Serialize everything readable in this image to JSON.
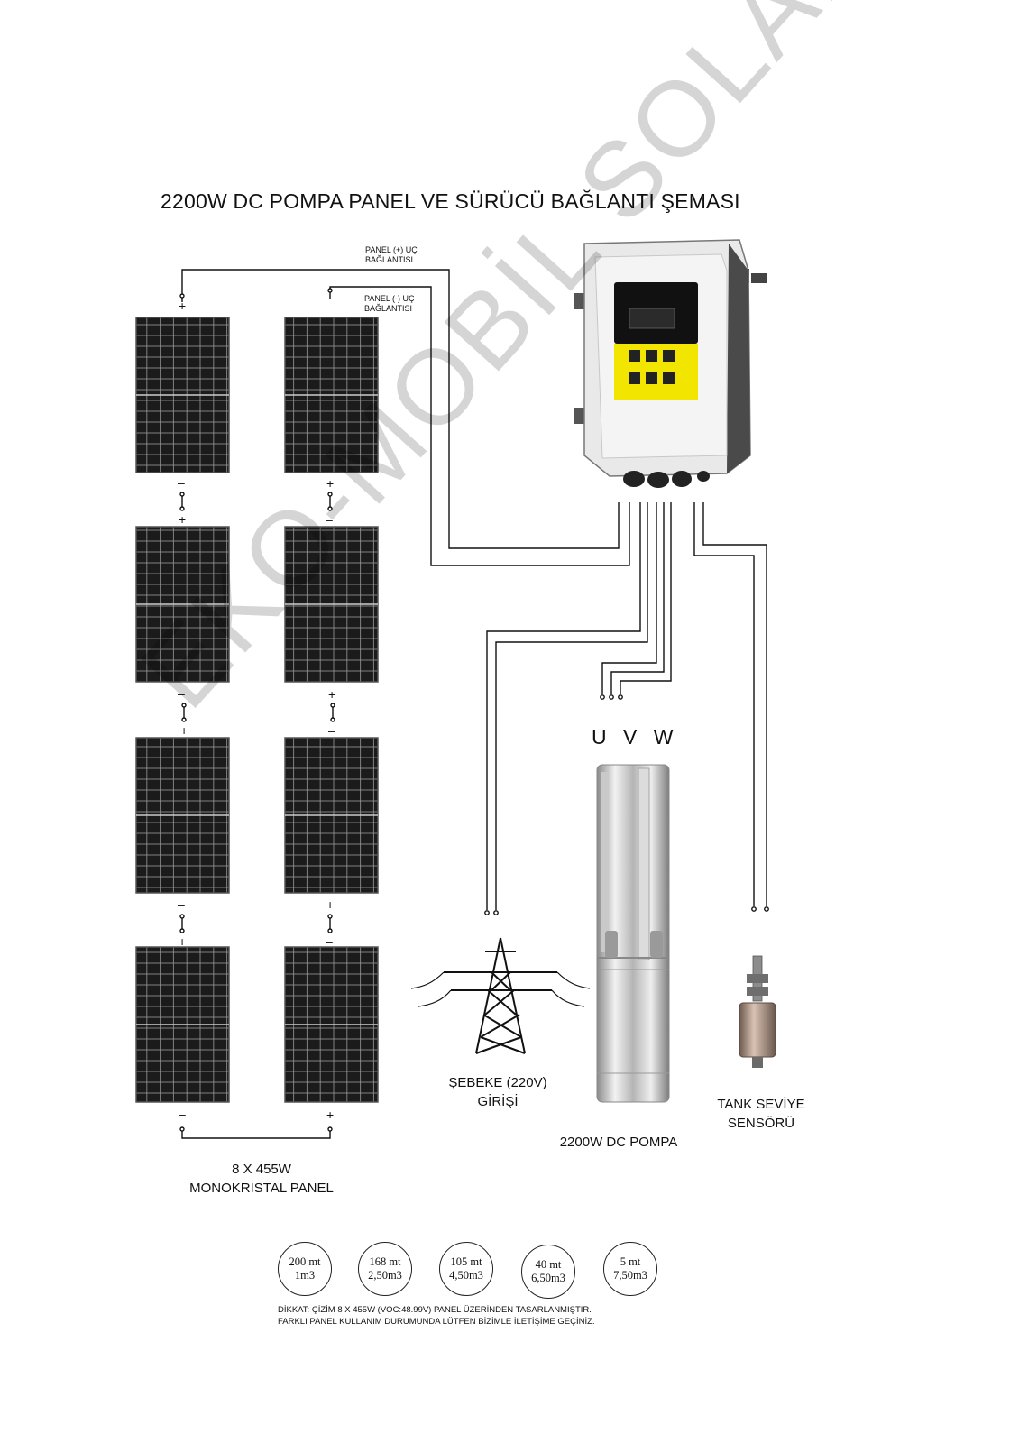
{
  "title": "2200W DC POMPA PANEL VE SÜRÜCÜ BAĞLANTI ŞEMASI",
  "labels": {
    "panel_plus_1": "PANEL (+) UÇ",
    "panel_plus_2": "BAĞLANTISI",
    "panel_minus_1": "PANEL (-) UÇ",
    "panel_minus_2": "BAĞLANTISI",
    "uvw": "U V W",
    "grid_1": "ŞEBEKE (220V)",
    "grid_2": "GİRİŞİ",
    "pump": "2200W DC POMPA",
    "sensor_1": "TANK SEVİYE",
    "sensor_2": "SENSÖRÜ",
    "panels_1": "8 X 455W",
    "panels_2": "MONOKRİSTAL PANEL"
  },
  "specs": [
    {
      "distance": "200 mt",
      "flow": "1m3"
    },
    {
      "distance": "168 mt",
      "flow": "2,50m3"
    },
    {
      "distance": "105 mt",
      "flow": "4,50m3"
    },
    {
      "distance": "40 mt",
      "flow": "6,50m3"
    },
    {
      "distance": "5 mt",
      "flow": "7,50m3"
    }
  ],
  "note": {
    "line1": "DİKKAT: ÇİZİM 8 X 455W (VOC:48.99V) PANEL ÜZERİNDEN  TASARLANMIŞTIR.",
    "line2": "FARKLI PANEL KULLANIM DURUMUNDA LÜTFEN BİZİMLE İLETİŞİME GEÇİNİZ."
  },
  "watermark": "EKO-MOBİL SOLAR",
  "colors": {
    "panel": "#1a1a1a",
    "wire": "#111111",
    "controller_accent": "#f2e600"
  }
}
